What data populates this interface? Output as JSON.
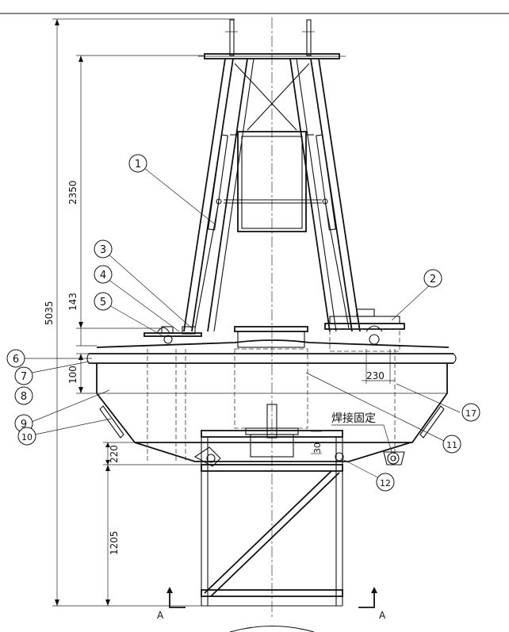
{
  "dimensions": {
    "overall_height": "5035",
    "upper_frame": "2350",
    "deck_offset": "143",
    "rim_height": "100",
    "skirt": "220",
    "base_frame": "1205",
    "hatch_offset": "230",
    "small_gap": "30"
  },
  "annotation": "焊接固定",
  "section_marks": [
    "A",
    "A"
  ],
  "part_callouts": [
    "1",
    "2",
    "3",
    "4",
    "5",
    "6",
    "7",
    "8",
    "9",
    "10",
    "11",
    "12",
    "17"
  ]
}
